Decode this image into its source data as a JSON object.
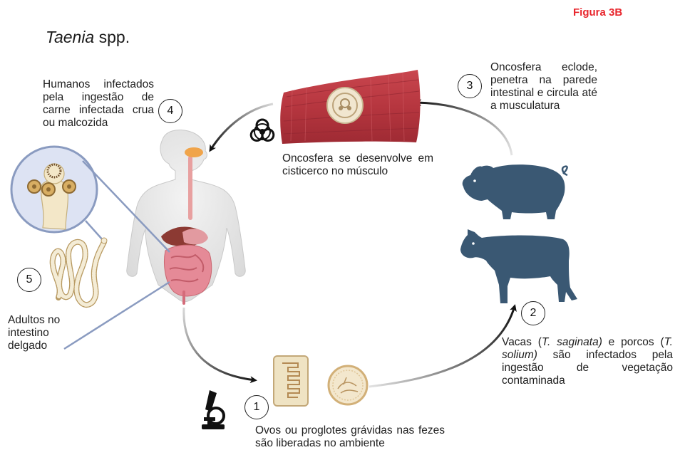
{
  "figure_label": "Figura 3B",
  "title": {
    "italic": "Taenia",
    "rest": " spp."
  },
  "steps": [
    {
      "number": "1",
      "text": "Ovos ou proglotes grávidas nas fezes são liberadas no ambiente"
    },
    {
      "number": "2",
      "text_parts": [
        "Vacas (",
        "T. saginata)",
        " e porcos (",
        "T. solium)",
        " são infectados pela ingestão de vegetação contaminada"
      ]
    },
    {
      "number": "3",
      "text": "Oncosfera eclode, penetra na parede intestinal e circula até a musculatura"
    },
    {
      "number": "4",
      "text": "Humanos infectados pela ingestão de carne infectada crua ou malcozida"
    },
    {
      "number": "5",
      "text": "Adultos no intestino delgado"
    }
  ],
  "muscle_caption": "Oncosfera se desenvolve em cisticerco no músculo",
  "icons": [
    "biohazard-icon",
    "microscope-icon",
    "pig-icon",
    "cow-icon",
    "human-body-icon",
    "muscle-icon",
    "scolex-icon",
    "tapeworm-icon",
    "proglottid-icon",
    "egg-icon"
  ],
  "colors": {
    "figure_label": "#e8262d",
    "animal": "#3a5873",
    "muscle": "#b83a44",
    "arrow": "#111111",
    "pointer_line": "#8a9bc0"
  }
}
